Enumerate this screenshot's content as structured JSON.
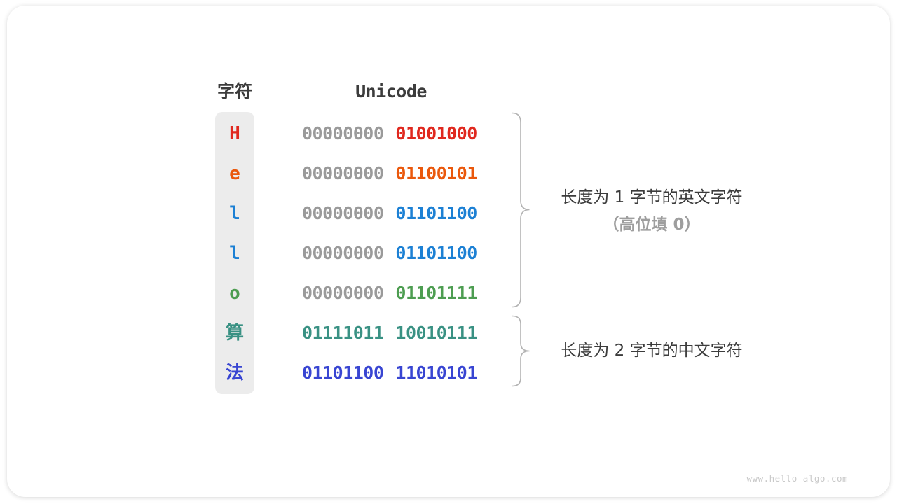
{
  "diagram": {
    "headers": {
      "char": "字符",
      "unicode": "Unicode"
    },
    "rows": [
      {
        "char": "H",
        "color": "#e0281e",
        "high_byte": "00000000",
        "low_byte": "01001000",
        "high_byte_gray": true
      },
      {
        "char": "e",
        "color": "#ea580c",
        "high_byte": "00000000",
        "low_byte": "01100101",
        "high_byte_gray": true
      },
      {
        "char": "l",
        "color": "#1c80d4",
        "high_byte": "00000000",
        "low_byte": "01101100",
        "high_byte_gray": true
      },
      {
        "char": "l",
        "color": "#1c80d4",
        "high_byte": "00000000",
        "low_byte": "01101100",
        "high_byte_gray": true
      },
      {
        "char": "o",
        "color": "#4d9d51",
        "high_byte": "00000000",
        "low_byte": "01101111",
        "high_byte_gray": true
      },
      {
        "char": "算",
        "color": "#399183",
        "high_byte": "01111011",
        "low_byte": "10010111",
        "high_byte_gray": false
      },
      {
        "char": "法",
        "color": "#3845d2",
        "high_byte": "01101100",
        "low_byte": "11010101",
        "high_byte_gray": false
      }
    ],
    "annotations": {
      "one_byte": {
        "line1": "长度为 1 字节的英文字符",
        "line2": "（高位填 0）"
      },
      "two_byte": {
        "line1": "长度为 2 字节的中文字符"
      }
    },
    "watermark": "www.hello-algo.com",
    "colors": {
      "text_dark": "#3c3c3c",
      "text_gray": "#9e9e9e",
      "gray_byte": "#9a9a9a",
      "column_bg": "#ececec",
      "brace": "#b3b3b3",
      "watermark": "#c9c9c9"
    }
  }
}
